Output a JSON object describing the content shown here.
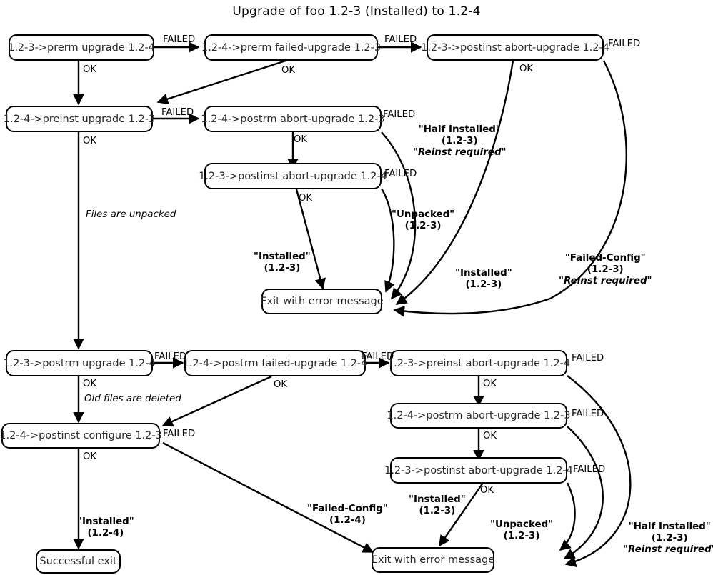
{
  "title": "Upgrade of foo 1.2-3 (Installed) to 1.2-4",
  "nodes": {
    "prerm_upgrade": "1.2-3->prerm upgrade 1.2-4",
    "prerm_failed_upgrade": "1.2-4->prerm failed-upgrade 1.2-3",
    "postinst_abort_top": "1.2-3->postinst abort-upgrade 1.2-4",
    "preinst_upgrade": "1.2-4->preinst upgrade 1.2-3",
    "postrm_abort_mid": "1.2-4->postrm abort-upgrade 1.2-3",
    "postinst_abort_mid": "1.2-3->postinst abort-upgrade 1.2-4",
    "exit_error_top": "Exit with error message",
    "postrm_upgrade": "1.2-3->postrm upgrade 1.2-4",
    "postrm_failed_upgrade": "1.2-4->postrm failed-upgrade 1.2-4",
    "preinst_abort": "1.2-3->preinst abort-upgrade 1.2-4",
    "postrm_abort_low": "1.2-4->postrm abort-upgrade 1.2-3",
    "postinst_abort_low": "1.2-3->postinst abort-upgrade 1.2-4",
    "postinst_configure": "1.2-4->postinst configure 1.2-3",
    "exit_error_bottom": "Exit with error message",
    "successful_exit": "Successful exit"
  },
  "edge_labels": {
    "failed_1": "FAILED",
    "failed_2": "FAILED",
    "failed_3": "FAILED",
    "failed_4": "FAILED",
    "failed_5": "FAILED",
    "failed_6": "FAILED",
    "failed_7": "FAILED",
    "failed_8": "FAILED",
    "failed_9": "FAILED",
    "failed_10": "FAILED",
    "failed_11": "FAILED",
    "failed_12": "FAILED",
    "ok_1": "OK",
    "ok_2": "OK",
    "ok_3": "OK",
    "ok_4": "OK",
    "ok_5": "OK",
    "ok_6": "OK",
    "ok_7": "OK",
    "ok_8": "OK",
    "ok_9": "OK",
    "ok_10": "OK",
    "ok_11": "OK",
    "ok_12": "OK"
  },
  "notes": {
    "files_unpacked": "Files are unpacked",
    "old_files_deleted": "Old files are deleted"
  },
  "states": {
    "half_installed_top": {
      "name": "\"Half Installed\"",
      "version": "(1.2-3)",
      "reinst": "\"Reinst required\""
    },
    "unpacked_top": {
      "name": "\"Unpacked\"",
      "version": "(1.2-3)",
      "reinst": ""
    },
    "installed_top_left": {
      "name": "\"Installed\"",
      "version": "(1.2-3)",
      "reinst": ""
    },
    "installed_top_right": {
      "name": "\"Installed\"",
      "version": "(1.2-3)",
      "reinst": ""
    },
    "failed_config_top": {
      "name": "\"Failed-Config\"",
      "version": "(1.2-3)",
      "reinst": "\"Reinst required\""
    },
    "failed_config_bottom": {
      "name": "\"Failed-Config\"",
      "version": "(1.2-4)",
      "reinst": ""
    },
    "installed_bottom": {
      "name": "\"Installed\"",
      "version": "(1.2-3)",
      "reinst": ""
    },
    "unpacked_bottom": {
      "name": "\"Unpacked\"",
      "version": "(1.2-3)",
      "reinst": ""
    },
    "half_installed_bottom": {
      "name": "\"Half Installed\"",
      "version": "(1.2-3)",
      "reinst": "\"Reinst required\""
    },
    "installed_success": {
      "name": "\"Installed\"",
      "version": "(1.2-4)",
      "reinst": ""
    }
  },
  "colors": {
    "stroke": "#000000",
    "background": "#ffffff",
    "node_text": "#2a2a2a"
  }
}
